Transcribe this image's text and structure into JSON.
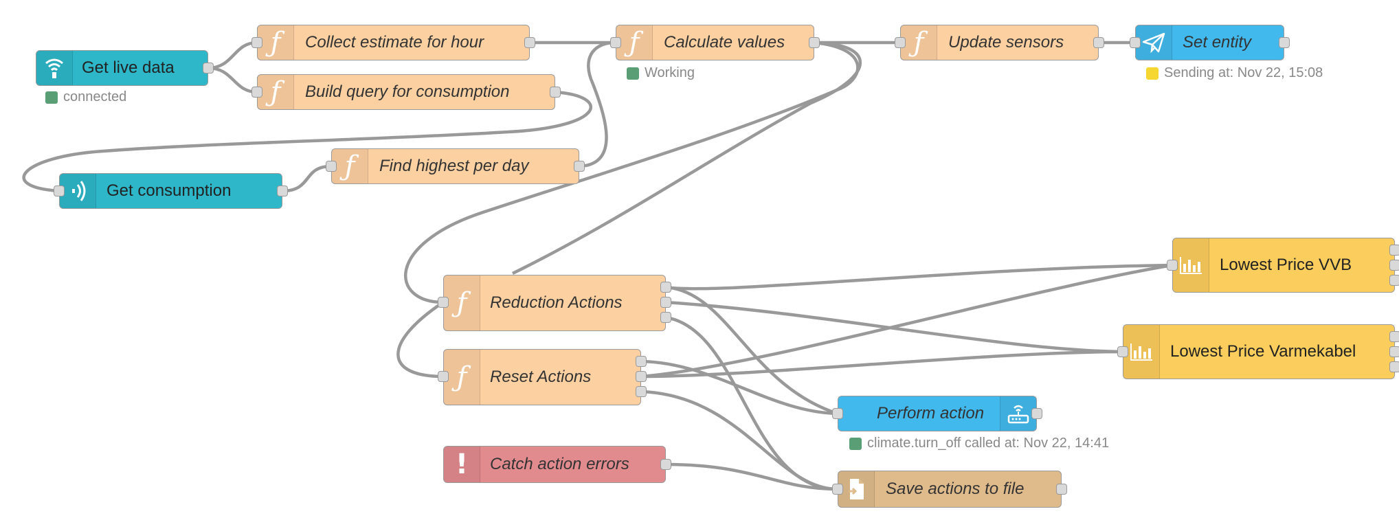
{
  "colors": {
    "function": "#fdd0a2",
    "teal": "#2db7c9",
    "blue": "#41b9ec",
    "gold": "#fbcd5c",
    "catch": "#e28b8f",
    "file": "#dfbb8c",
    "status_green": "#5a9e76",
    "status_yellow": "#f6d630",
    "wire": "#999999"
  },
  "nodes": {
    "get_live_data": {
      "label": "Get live data",
      "icon": "broadcast-icon",
      "status": "connected"
    },
    "collect_estimate": {
      "label": "Collect estimate for hour",
      "icon": "function-icon"
    },
    "build_query": {
      "label": "Build query for consumption",
      "icon": "function-icon"
    },
    "calculate_values": {
      "label": "Calculate values",
      "icon": "function-icon",
      "status": "Working"
    },
    "update_sensors": {
      "label": "Update sensors",
      "icon": "function-icon"
    },
    "set_entity": {
      "label": "Set entity",
      "icon": "paper-plane-icon",
      "status": "Sending at: Nov 22, 15:08"
    },
    "get_consumption": {
      "label": "Get consumption",
      "icon": "signal-icon"
    },
    "find_highest": {
      "label": "Find highest per day",
      "icon": "function-icon"
    },
    "reduction_actions": {
      "label": "Reduction Actions",
      "icon": "function-icon"
    },
    "reset_actions": {
      "label": "Reset Actions",
      "icon": "function-icon"
    },
    "lowest_price_vvb": {
      "label": "Lowest Price VVB",
      "icon": "bar-chart-icon"
    },
    "lowest_price_varmekabel": {
      "label": "Lowest Price Varmekabel",
      "icon": "bar-chart-icon"
    },
    "perform_action": {
      "label": "Perform action",
      "icon": "router-icon",
      "status": "climate.turn_off called at: Nov 22, 14:41"
    },
    "catch_errors": {
      "label": "Catch action errors",
      "icon": "exclamation-icon"
    },
    "save_actions": {
      "label": "Save actions to file",
      "icon": "file-icon"
    }
  }
}
